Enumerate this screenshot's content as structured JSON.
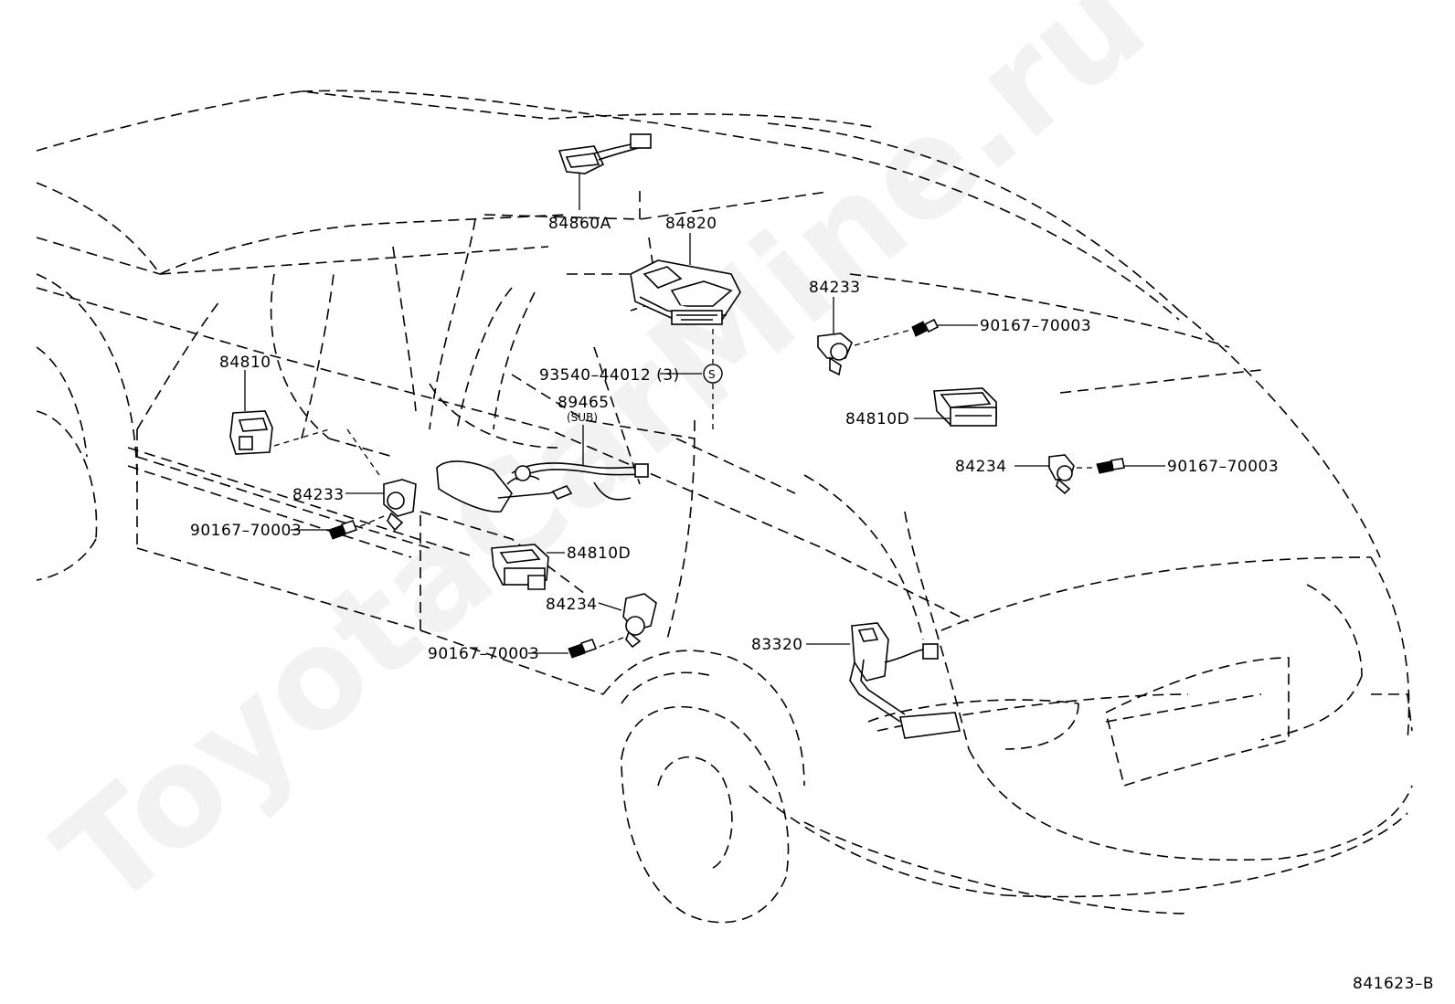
{
  "watermark": "ToyotaCarMine.ru",
  "diagram_code": "841623–B",
  "labels": {
    "p84860A": "84860A",
    "p84820": "84820",
    "p84233_top": "84233",
    "p90167_top": "90167–70003",
    "p93540": "93540–44012 (3)",
    "p_S": "S",
    "p89465": "89465",
    "p89465_sub": "(SUB)",
    "p84810": "84810",
    "p84810D_right": "84810D",
    "p84234_right": "84234",
    "p90167_right": "90167–70003",
    "p84233_left": "84233",
    "p90167_left": "90167–70003",
    "p84810D_center": "84810D",
    "p84234_center": "84234",
    "p90167_center": "90167–70003",
    "p83320": "83320"
  }
}
